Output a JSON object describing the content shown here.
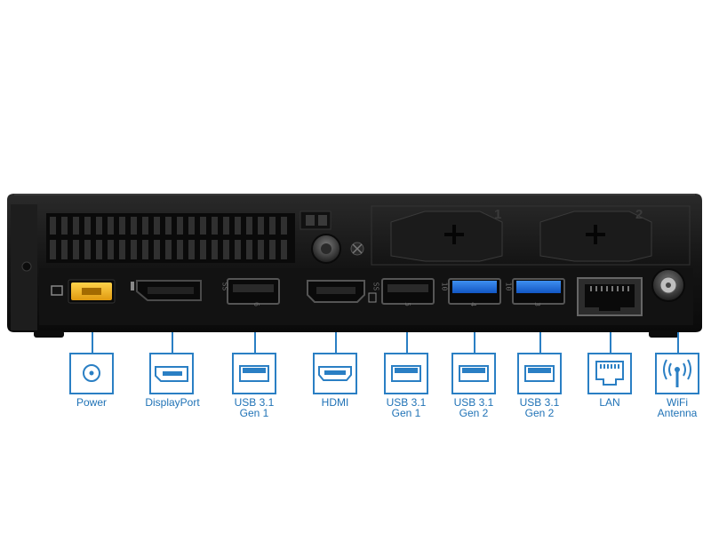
{
  "ports": [
    {
      "id": "power",
      "label_lines": [
        "Power"
      ],
      "icon": "power-plug-icon"
    },
    {
      "id": "dp",
      "label_lines": [
        "DisplayPort"
      ],
      "icon": "displayport-icon"
    },
    {
      "id": "usb6",
      "label_lines": [
        "USB 3.1",
        "Gen 1"
      ],
      "icon": "usb-port-icon"
    },
    {
      "id": "hdmi",
      "label_lines": [
        "HDMI"
      ],
      "icon": "hdmi-port-icon"
    },
    {
      "id": "usb5",
      "label_lines": [
        "USB 3.1",
        "Gen 1"
      ],
      "icon": "usb-port-icon"
    },
    {
      "id": "usb4",
      "label_lines": [
        "USB 3.1",
        "Gen 2"
      ],
      "icon": "usb-port-icon"
    },
    {
      "id": "usb3",
      "label_lines": [
        "USB 3.1",
        "Gen 2"
      ],
      "icon": "usb-port-icon"
    },
    {
      "id": "lan",
      "label_lines": [
        "LAN"
      ],
      "icon": "ethernet-port-icon"
    },
    {
      "id": "wifi",
      "label_lines": [
        "WiFi",
        "Antenna"
      ],
      "icon": "wifi-antenna-icon"
    }
  ],
  "bays": [
    "1",
    "2"
  ],
  "chassis_marks": {
    "usb_left": "6",
    "usb_mid": "5",
    "usb_blue_a": "4",
    "usb_blue_b": "3",
    "ss_a": "SS",
    "ss_b": "SS",
    "ten_a": "10",
    "ten_b": "10"
  },
  "colors": {
    "accent": "#2a7fc4",
    "usb_gen2": "#1a6ad8",
    "power_port": "#f2b21c",
    "chassis": "#1a1a1a"
  }
}
